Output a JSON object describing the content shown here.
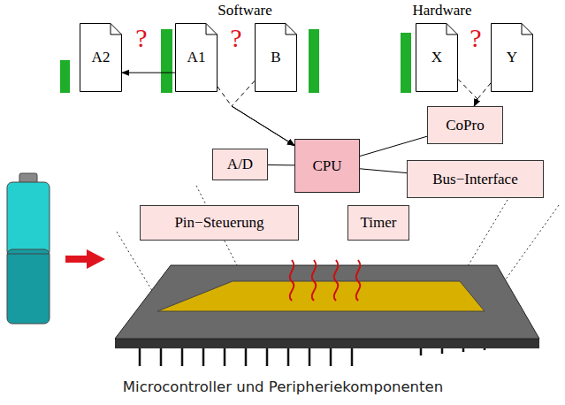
{
  "diagram": {
    "caption": "Microcontroller und Peripheriekomponenten",
    "nodes": [
      {
        "text": [
          "A2"
        ]
      },
      {
        "text": [
          "A1"
        ]
      },
      {
        "text": [
          "B"
        ]
      },
      {
        "text": [
          "X"
        ]
      },
      {
        "text": [
          "Y"
        ]
      },
      {
        "text": [
          "CoPro"
        ]
      },
      {
        "text": [
          "A/D"
        ]
      },
      {
        "text": [
          "CPU"
        ]
      },
      {
        "text": [
          "Bus−Interface"
        ]
      },
      {
        "text": [
          "Pin−Steuerung"
        ]
      },
      {
        "text": [
          "Timer"
        ]
      }
    ],
    "edges": [
      {
        "from": 1,
        "to": 0,
        "arrow": "to"
      },
      {
        "from": 1,
        "to": 7,
        "arrow": "to"
      },
      {
        "from": 2,
        "to": 7,
        "arrow": "to"
      },
      {
        "from": 3,
        "to": 5,
        "arrow": "to"
      },
      {
        "from": 4,
        "to": 5,
        "arrow": "to"
      },
      {
        "from": 7,
        "to": 5,
        "arrow": "none"
      },
      {
        "from": 6,
        "to": 7,
        "arrow": "none"
      },
      {
        "from": 7,
        "to": 8,
        "arrow": "none"
      }
    ],
    "labels": [
      "Software",
      "Hardware",
      "?",
      "?",
      "?"
    ]
  }
}
